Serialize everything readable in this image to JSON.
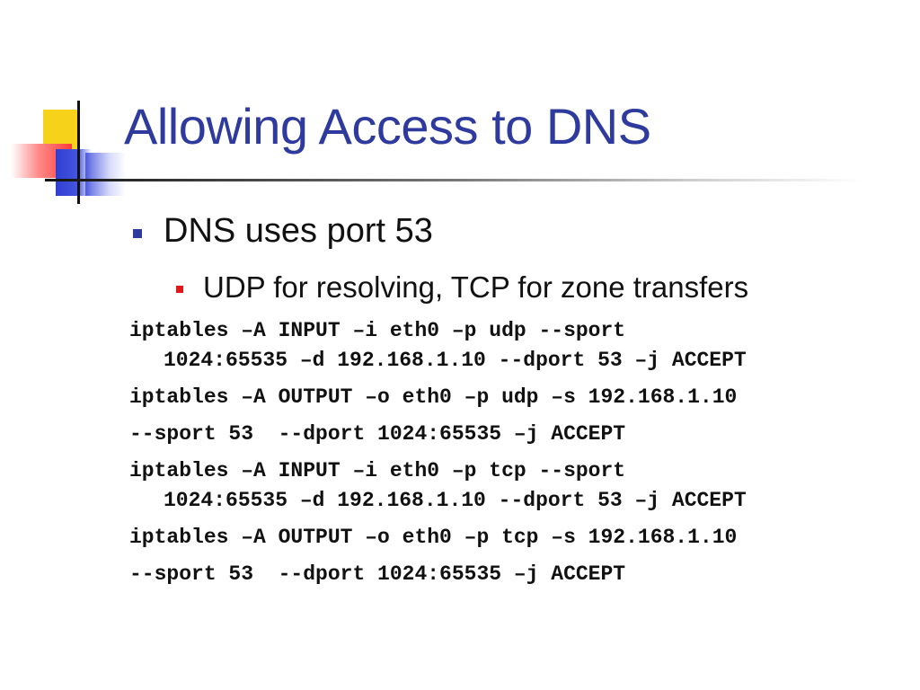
{
  "slide": {
    "title": "Allowing Access to DNS",
    "bullets": [
      {
        "text": "DNS uses port 53",
        "level": 1
      },
      {
        "text": "UDP for resolving, TCP for zone transfers",
        "level": 2
      }
    ],
    "commands": [
      {
        "line1": "iptables –A INPUT –i eth0 –p udp --sport",
        "line2": "1024:65535 –d 192.168.1.10 --dport 53 –j ACCEPT"
      },
      {
        "line1": "iptables –A OUTPUT –o eth0 –p udp –s 192.168.1.10"
      },
      {
        "line1": "--sport 53  --dport 1024:65535 –j ACCEPT"
      },
      {
        "line1": "iptables –A INPUT –i eth0 –p tcp --sport",
        "line2": "1024:65535 –d 192.168.1.10 --dport 53 –j ACCEPT"
      },
      {
        "line1": "iptables –A OUTPUT –o eth0 –p tcp –s 192.168.1.10"
      },
      {
        "line1": "--sport 53  --dport 1024:65535 –j ACCEPT"
      }
    ],
    "colors": {
      "title": "#2e3a9e",
      "bullet_level1": "#2e3a9e",
      "bullet_level2": "#e01818",
      "deco_yellow": "#f7d21a",
      "deco_blue": "#2f3fd0",
      "deco_red": "#ff3b3b"
    }
  }
}
